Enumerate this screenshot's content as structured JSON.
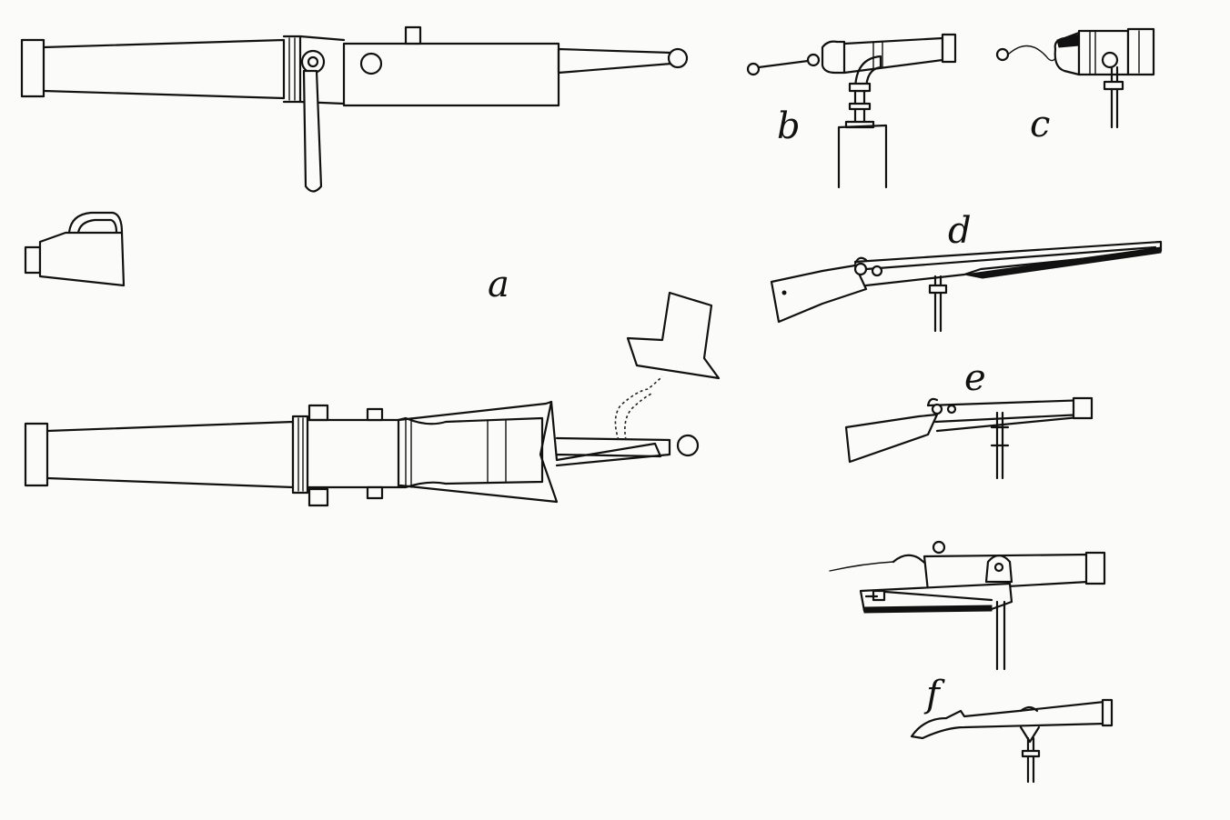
{
  "figure": {
    "labels": {
      "a": "a",
      "b": "b",
      "c": "c",
      "d": "d",
      "e": "e",
      "f": "f"
    }
  }
}
